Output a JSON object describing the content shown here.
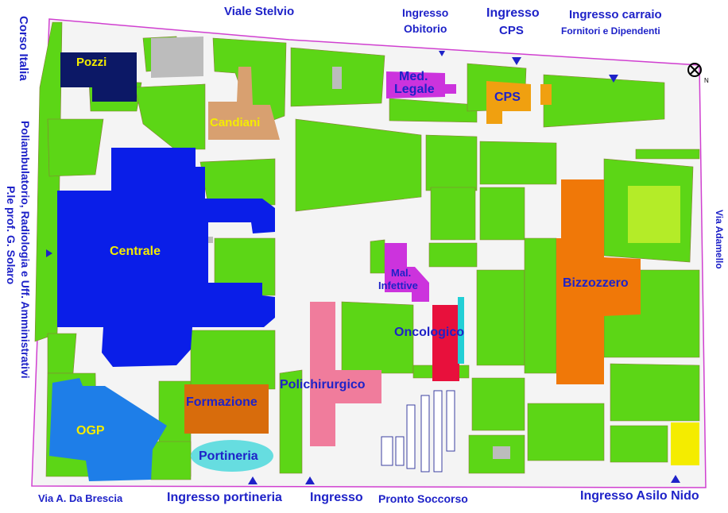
{
  "streets": {
    "viale_stelvio": "Viale Stelvio",
    "corso_italia": "Corso Italia",
    "via_adamello": "Via Adamello",
    "via_da_brescia": "Via A. Da Brescia",
    "poliambulatorio_line1": "Poliambulatorio, Radiologia e Uff. Amministrativi",
    "poliambulatorio_line2": "P.le  prof. G. Solaro"
  },
  "entrances": {
    "obitorio_1": "Ingresso",
    "obitorio_2": "Obitorio",
    "cps_1": "Ingresso",
    "cps_2": "CPS",
    "carraio_1": "Ingresso carraio",
    "carraio_2": "Fornitori e Dipendenti",
    "portineria": "Ingresso portineria",
    "pronto_soccorso_a": "Ingresso",
    "pronto_soccorso_b": "Pronto Soccorso",
    "asilo_nido": "Ingresso Asilo Nido"
  },
  "buildings": {
    "pozzi": "Pozzi",
    "candiani": "Candiani",
    "med_legale_1": "Med.",
    "med_legale_2": "Legale",
    "cps": "CPS",
    "centrale": "Centrale",
    "mal_infettive_1": "Mal.",
    "mal_infettive_2": "Infettive",
    "bizzozzero": "Bizzozzero",
    "oncologico": "Oncologico",
    "policirurgico": "Polichirurgico",
    "formazione": "Formazione",
    "ogp": "OGP",
    "portineria": "Portineria"
  },
  "compass": {
    "label": "N"
  },
  "colors": {
    "green": "#5cd616",
    "road": "#ffffff",
    "boundary": "#d040d0",
    "label_blue": "#1e22c8",
    "pozzi": "#0c1866",
    "candiani": "#d8a070",
    "centrale": "#0a1ee8",
    "med_legale": "#cc33dd",
    "cps": "#f0a010",
    "bizzozzero": "#f07808",
    "oncologico": "#e8103c",
    "policirurgico": "#f07c9c",
    "formazione": "#d86c0c",
    "ogp": "#1e7ee8",
    "portineria": "#66dde0",
    "field": "#b4ec28",
    "asilo": "#f4ec00"
  }
}
